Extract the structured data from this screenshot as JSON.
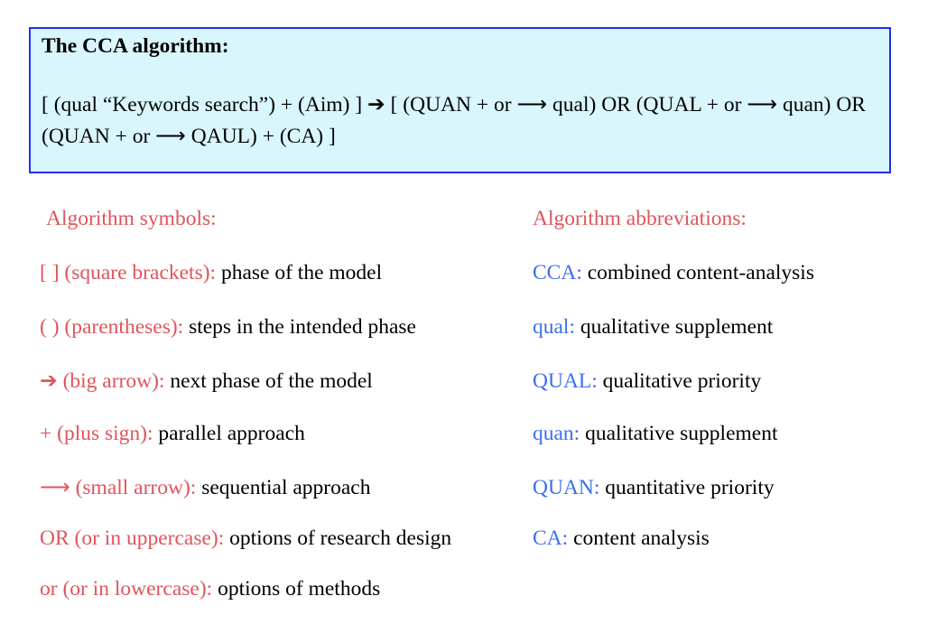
{
  "box": {
    "title": "The CCA algorithm:",
    "formula": "[ (qual “Keywords search”) + (Aim) ] ➔ [ (QUAN + or ⟶ qual) OR (QUAL + or ⟶ quan) OR (QUAN + or ⟶ QAUL) + (CA) ]"
  },
  "symbols": {
    "heading": "Algorithm symbols:",
    "items": [
      {
        "term": "[ ] (square brackets):",
        "desc": " phase of the model"
      },
      {
        "term": "( ) (parentheses):",
        "desc": " steps in the intended phase"
      },
      {
        "term": "➔ (big arrow):",
        "desc": " next phase of the model"
      },
      {
        "term": "+ (plus sign):",
        "desc": " parallel approach"
      },
      {
        "term": "⟶ (small arrow):",
        "desc": " sequential approach"
      },
      {
        "term": "OR (or in uppercase):",
        "desc": " options of research design"
      },
      {
        "term": "or (or in lowercase):",
        "desc": " options of methods"
      }
    ]
  },
  "abbreviations": {
    "heading": "Algorithm abbreviations:",
    "items": [
      {
        "term": "CCA:",
        "desc": " combined content-analysis"
      },
      {
        "term": "qual:",
        "desc": " qualitative supplement"
      },
      {
        "term": "QUAL:",
        "desc": " qualitative priority"
      },
      {
        "term": "quan:",
        "desc": " qualitative supplement"
      },
      {
        "term": "QUAN:",
        "desc": " quantitative priority"
      },
      {
        "term": "CA:",
        "desc": " content analysis"
      }
    ]
  },
  "colors": {
    "symbols": "#e0545b",
    "abbreviations": "#3b6ef0",
    "box_bg": "#d9f6fd",
    "box_border": "#1f2ff0"
  }
}
